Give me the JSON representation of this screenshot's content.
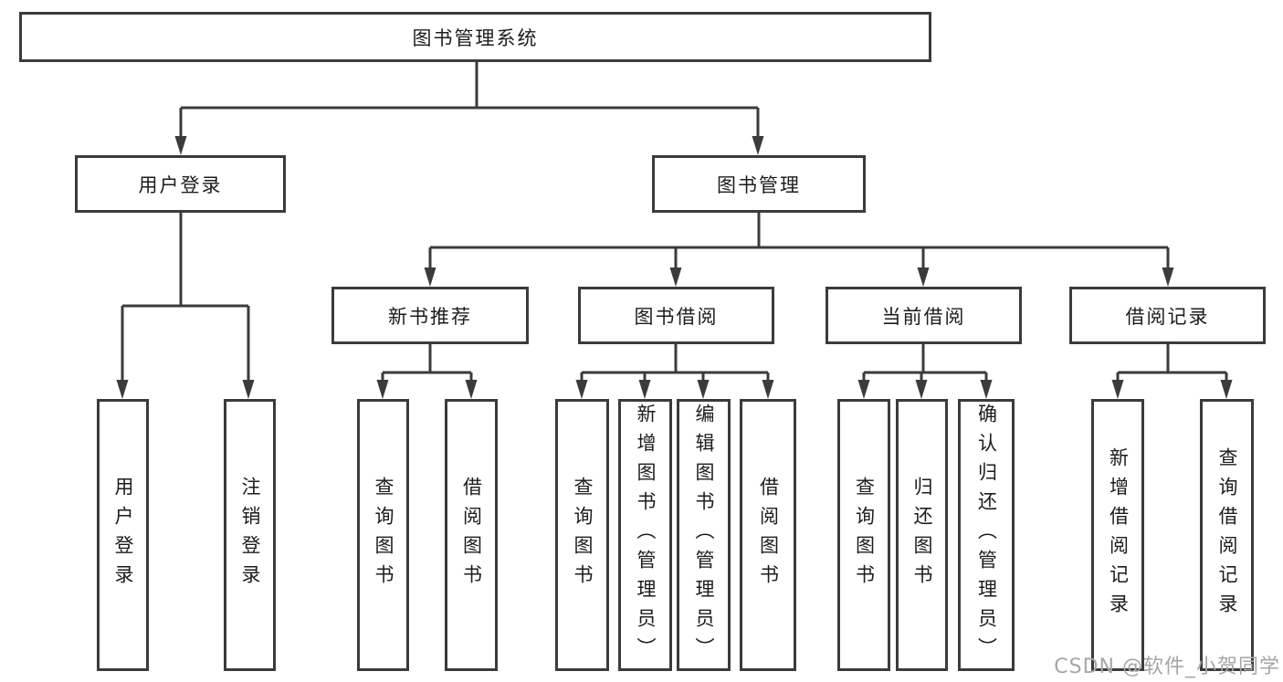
{
  "diagram": {
    "type": "hierarchy-tree",
    "root": {
      "label": "图书管理系统"
    },
    "level2": [
      {
        "label": "用户登录",
        "children": [
          {
            "label": "用户登录"
          },
          {
            "label": "注销登录"
          }
        ]
      },
      {
        "label": "图书管理",
        "children": [
          {
            "label": "新书推荐",
            "children": [
              {
                "label": "查询图书"
              },
              {
                "label": "借阅图书"
              }
            ]
          },
          {
            "label": "图书借阅",
            "children": [
              {
                "label": "查询图书"
              },
              {
                "label": "新增图书（管理员）"
              },
              {
                "label": "编辑图书（管理员）"
              },
              {
                "label": "借阅图书"
              }
            ]
          },
          {
            "label": "当前借阅",
            "children": [
              {
                "label": "查询图书"
              },
              {
                "label": "归还图书"
              },
              {
                "label": "确认归还（管理员）"
              }
            ]
          },
          {
            "label": "借阅记录",
            "children": [
              {
                "label": "新增借阅记录"
              },
              {
                "label": "查询借阅记录"
              }
            ]
          }
        ]
      }
    ],
    "colors": {
      "line": "#3b3b3b",
      "box_border": "#3b3b3b",
      "text": "#1c1c1c",
      "background": "#ffffff",
      "watermark": "#a6a6a6"
    }
  },
  "watermark": {
    "text": "CSDN @软件_小贺同学"
  }
}
